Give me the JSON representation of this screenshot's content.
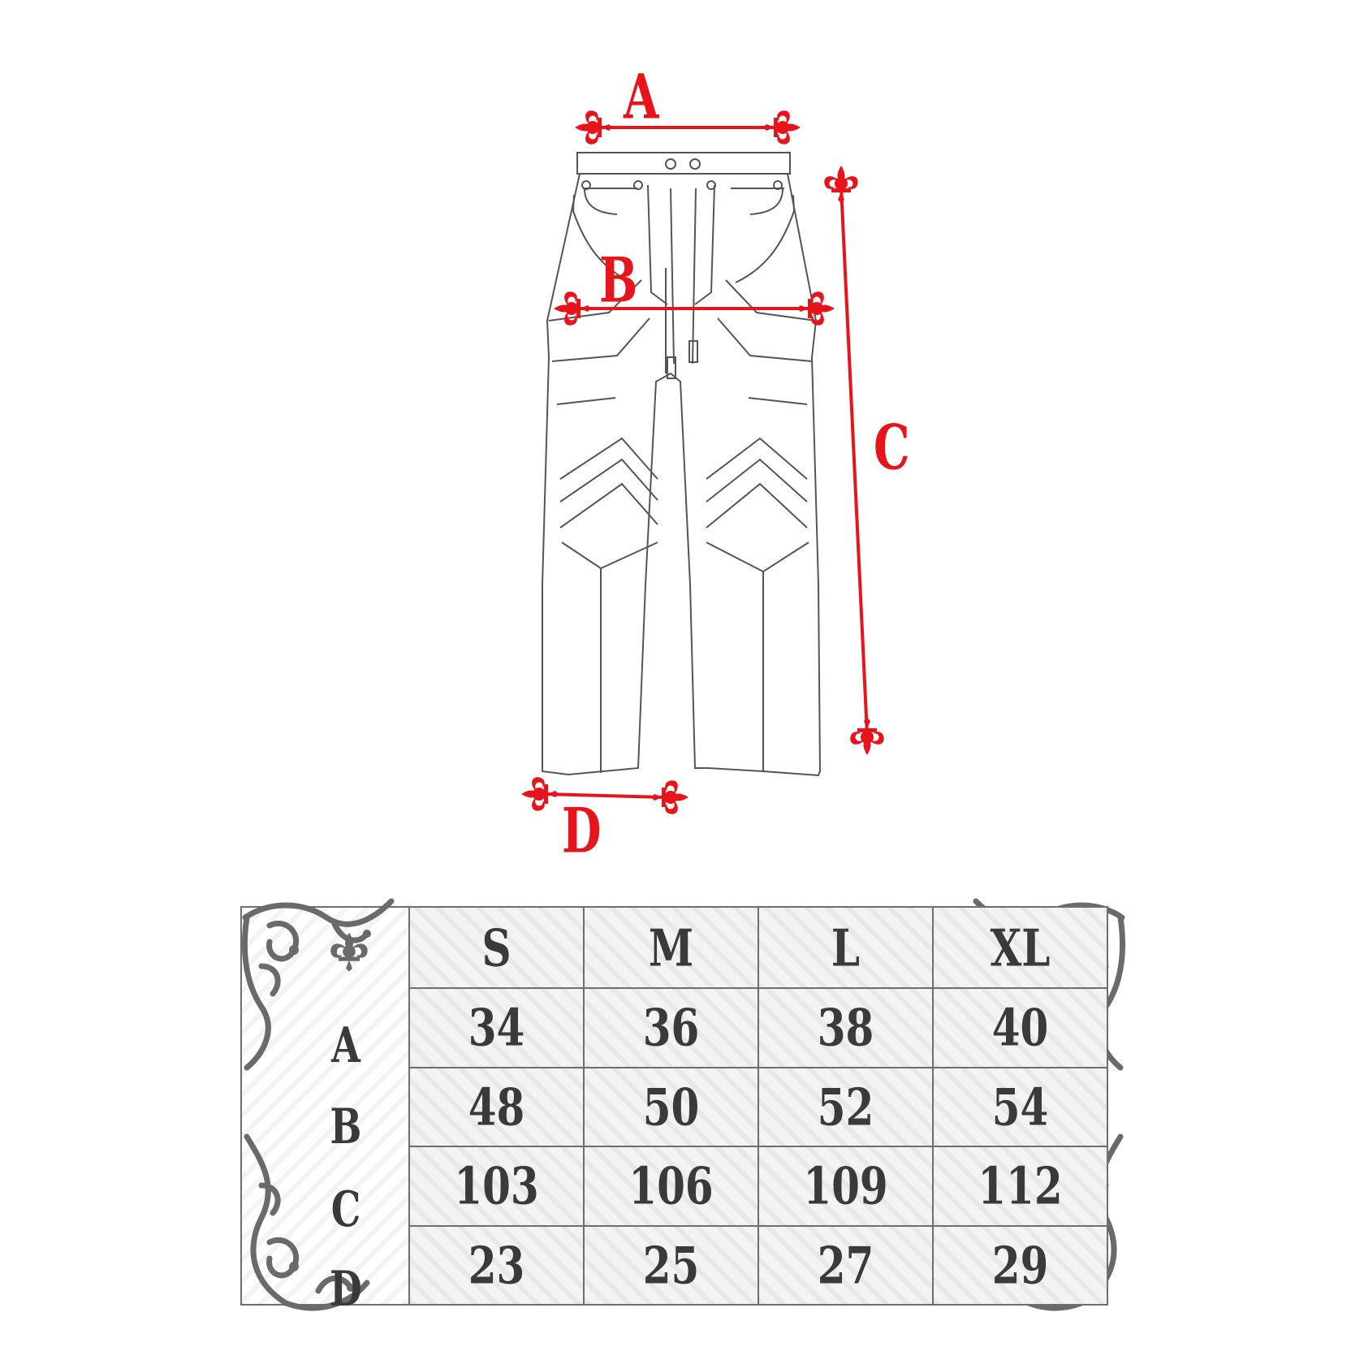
{
  "diagram": {
    "labels": {
      "a": "A",
      "b": "B",
      "c": "C",
      "d": "D"
    },
    "accent_color": "#e8141c",
    "line_color": "#555555",
    "icons": [
      "fleur-de-lis-icon",
      "ornate-scroll-corner"
    ]
  },
  "size_table": {
    "columns": [
      "S",
      "M",
      "L",
      "XL"
    ],
    "rows": [
      {
        "label": "A",
        "values": [
          "34",
          "36",
          "38",
          "40"
        ]
      },
      {
        "label": "B",
        "values": [
          "48",
          "50",
          "52",
          "54"
        ]
      },
      {
        "label": "C",
        "values": [
          "103",
          "106",
          "109",
          "112"
        ]
      },
      {
        "label": "D",
        "values": [
          "23",
          "25",
          "27",
          "29"
        ]
      }
    ]
  }
}
